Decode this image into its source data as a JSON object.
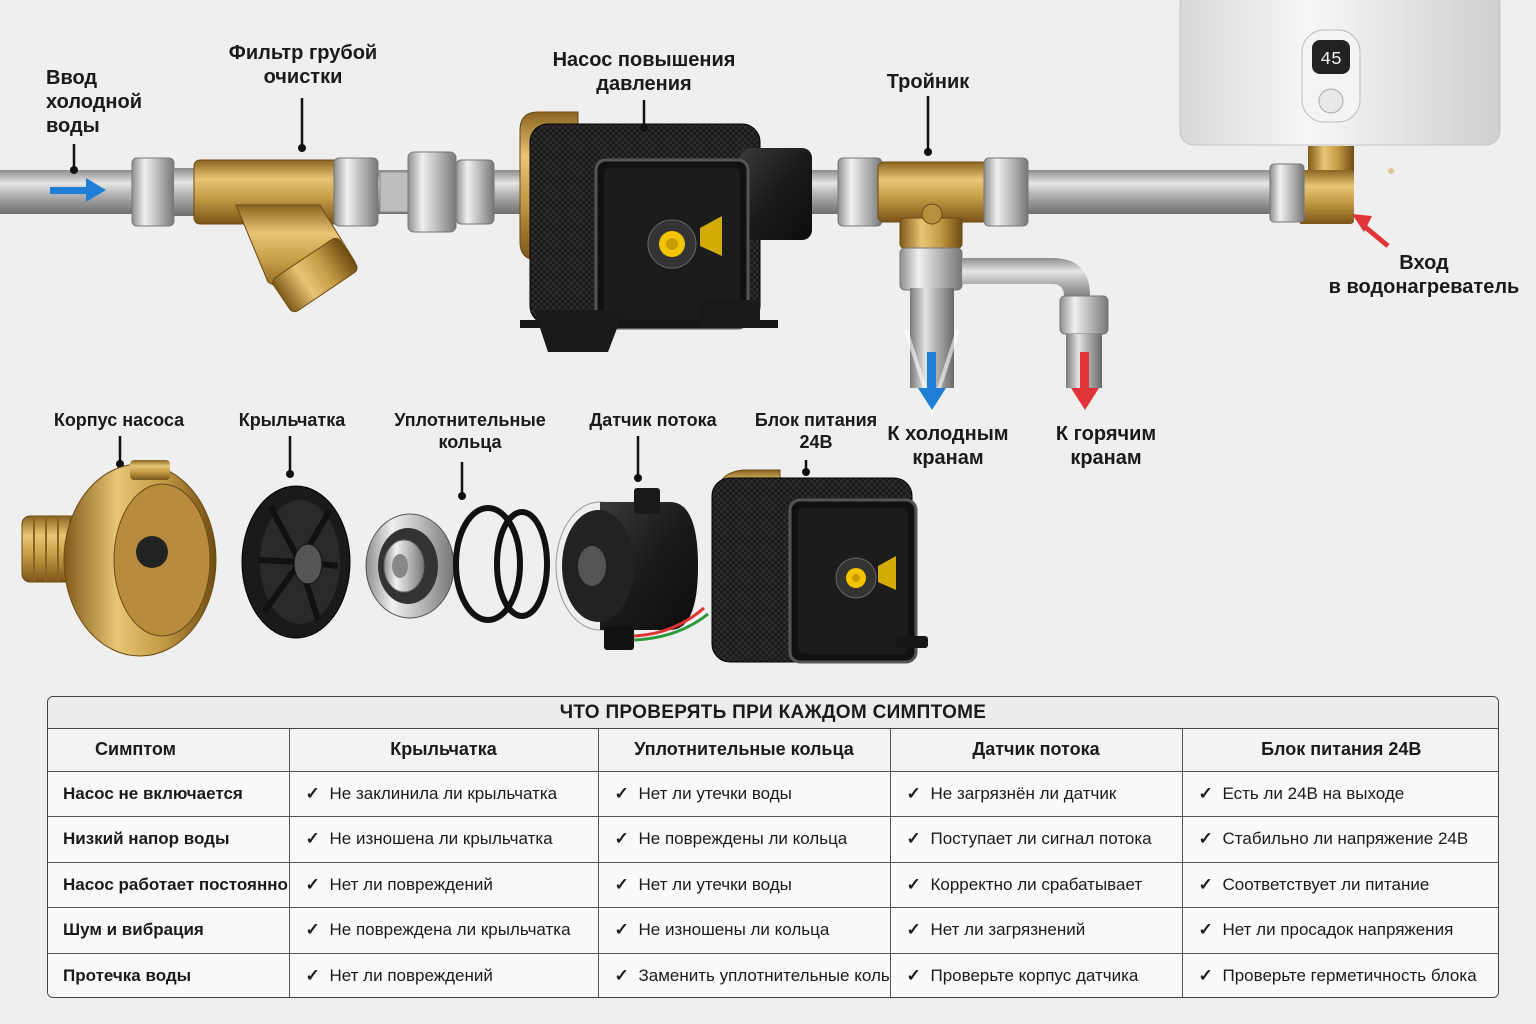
{
  "labels": {
    "cold_in": "Ввод\nхолодной\nводы",
    "filter": "Фильтр грубой\nочистки",
    "pump": "Насос повышения\nдавления",
    "tee": "Тройник",
    "heater_in": "Вход\nв водонагреватель",
    "to_cold": "К холодным\nкранам",
    "to_hot": "К горячим\nкранам",
    "housing": "Корпус насоса",
    "impeller": "Крыльчатка",
    "seals": "Уплотнительные\nкольца",
    "sensor": "Датчик потока",
    "psu": "Блок питания\n24В"
  },
  "heater": {
    "display": "45"
  },
  "colors": {
    "cold_arrow": "#1f7fd6",
    "hot_arrow": "#e0333a",
    "brass": "#c9a04a",
    "pump_body": "#1d1d1d",
    "pump_accent": "#f2c400"
  },
  "table": {
    "title": "ЧТО ПРОВЕРЯТЬ ПРИ КАЖДОМ СИМПТОМЕ",
    "check_mark": "✓",
    "headers": [
      "Симптом",
      "Крыльчатка",
      "Уплотнительные кольца",
      "Датчик потока",
      "Блок питания 24В"
    ],
    "rows": [
      [
        "Насос не включается",
        "Не заклинила ли крыльчатка",
        "Нет ли утечки воды",
        "Не загрязнён ли датчик",
        "Есть ли 24В на выходе"
      ],
      [
        "Низкий напор воды",
        "Не изношена ли крыльчатка",
        "Не повреждены ли кольца",
        "Поступает ли сигнал потока",
        "Стабильно ли напряжение 24В"
      ],
      [
        "Насос работает постоянно",
        "Нет ли повреждений",
        "Нет ли утечки воды",
        "Корректно ли срабатывает",
        "Соответствует ли питание"
      ],
      [
        "Шум и вибрация",
        "Не повреждена ли крыльчатка",
        "Не изношены ли кольца",
        "Нет ли загрязнений",
        "Нет ли просадок напряжения"
      ],
      [
        "Протечка воды",
        "Нет ли повреждений",
        "Заменить уплотнительные кольца",
        "Проверьте корпус датчика",
        "Проверьте герметичность блока"
      ]
    ]
  }
}
